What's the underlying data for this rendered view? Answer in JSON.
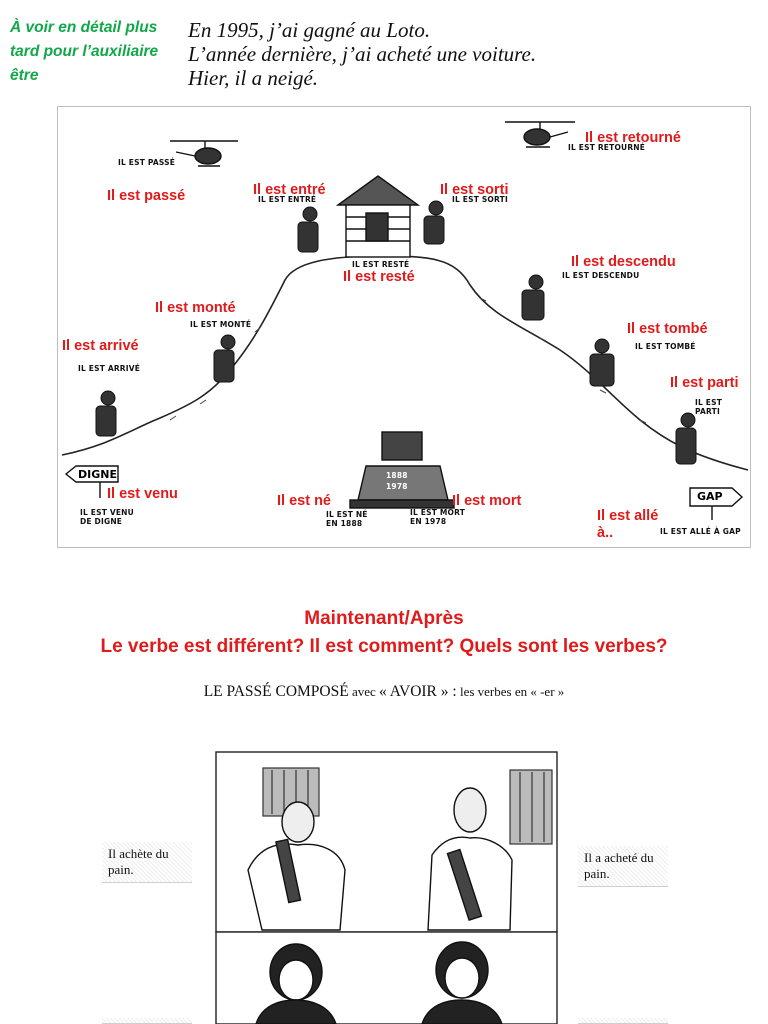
{
  "note": {
    "text": "À voir en détail plus tard pour l’auxiliaire être"
  },
  "intro": {
    "lines": [
      "En 1995, j’ai gagné au Loto.",
      "L’année dernière, j’ai acheté une voiture.",
      "Hier, il a neigé."
    ]
  },
  "illustration": {
    "red_labels": {
      "passe": "Il est passé",
      "entre": "Il est entré",
      "sorti": "Il est sorti",
      "retourne": "Il est retourné",
      "reste": "Il est resté",
      "descendu": "Il est descendu",
      "monte": "Il est monté",
      "arrive": "Il est arrivé",
      "tombe": "Il est tombé",
      "parti": "Il est parti",
      "venu": "Il est venu",
      "ne": "Il est né",
      "mort": "Il est mort",
      "alle": "Il est allé à.."
    },
    "hand_labels": {
      "passe": "IL EST PASSÉ",
      "entre": "IL EST ENTRÉ",
      "sorti": "IL EST SORTI",
      "retourne": "IL EST RETOURNÉ",
      "reste": "IL EST RESTÉ",
      "descendu": "IL EST DESCENDU",
      "monte": "IL EST MONTÉ",
      "arrive": "IL EST ARRIVÉ",
      "tombe": "IL EST TOMBÉ",
      "parti": "IL EST PARTI",
      "venu": "IL EST VENU DE DIGNE",
      "ne": "IL EST NÉ EN 1888",
      "mort": "IL EST MORT EN 1978",
      "alle": "IL EST ALLÉ À GAP"
    },
    "signs": {
      "left": "DIGNE",
      "right": "GAP"
    },
    "tomb": {
      "year_birth": "1888",
      "year_death": "1978"
    }
  },
  "questions": {
    "line1": "Maintenant/Après",
    "line2": "Le verbe est différent? Il est comment? Quels sont les verbes?"
  },
  "section": {
    "title_main": "LE PASSÉ COMPOSÉ",
    "title_avec": "avec",
    "title_avoir": "« AVOIR » :",
    "title_rest": "les verbes en « -er »"
  },
  "captions": {
    "left_1": "Il achète du pain.",
    "right_1": "Il a acheté du pain."
  }
}
